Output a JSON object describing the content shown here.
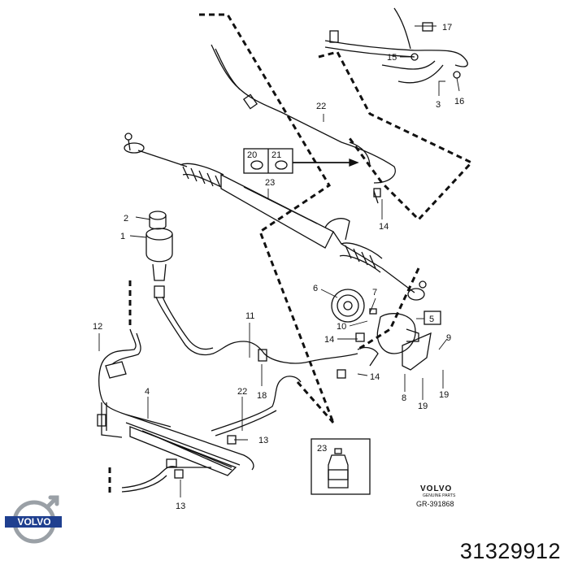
{
  "diagram": {
    "callouts": [
      "17",
      "15",
      "3",
      "16",
      "22",
      "20",
      "21",
      "23",
      "14",
      "2",
      "1",
      "6",
      "7",
      "5",
      "10",
      "14",
      "9",
      "12",
      "11",
      "14",
      "8",
      "19",
      "19",
      "4",
      "22",
      "18",
      "13",
      "23",
      "13"
    ],
    "brand_small": "VOLVO",
    "brand_small_sub": "GENUINE PARTS",
    "diagram_code": "GR-391868"
  },
  "footer": {
    "logo_text": "VOLVO",
    "part_number": "31329912"
  },
  "colors": {
    "ink": "#111111",
    "logo_silver": "#9aa0a6",
    "logo_blue": "#1f3f8f"
  }
}
